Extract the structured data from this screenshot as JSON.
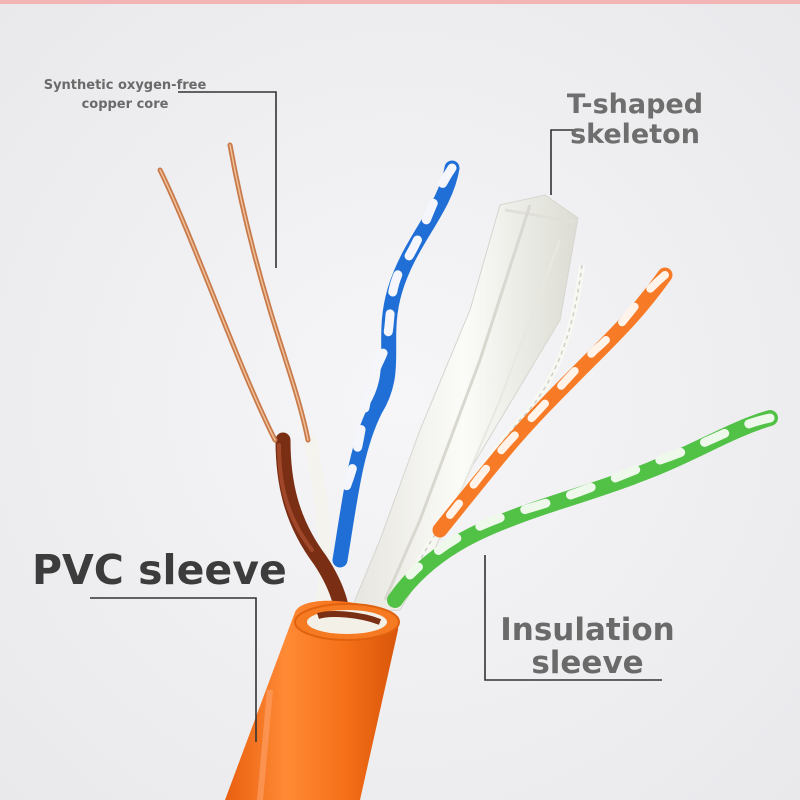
{
  "labels": {
    "copper_core": {
      "line1": "Synthetic oxygen-free",
      "line2": "copper core"
    },
    "t_shaped": {
      "line1": "T-shaped",
      "line2": "skeleton"
    },
    "pvc_sleeve": "PVC sleeve",
    "insulation_sleeve": {
      "line1": "Insulation",
      "line2": "sleeve"
    }
  },
  "colors": {
    "background": "#f2f2f4",
    "jacket": "#f5711a",
    "copper": "#c87a4a",
    "blue": "#1f6fd6",
    "orange": "#f77b26",
    "green": "#52c247",
    "brown": "#7a2e14",
    "skeleton": "#f1f0ea",
    "leader_line": "#333333"
  }
}
